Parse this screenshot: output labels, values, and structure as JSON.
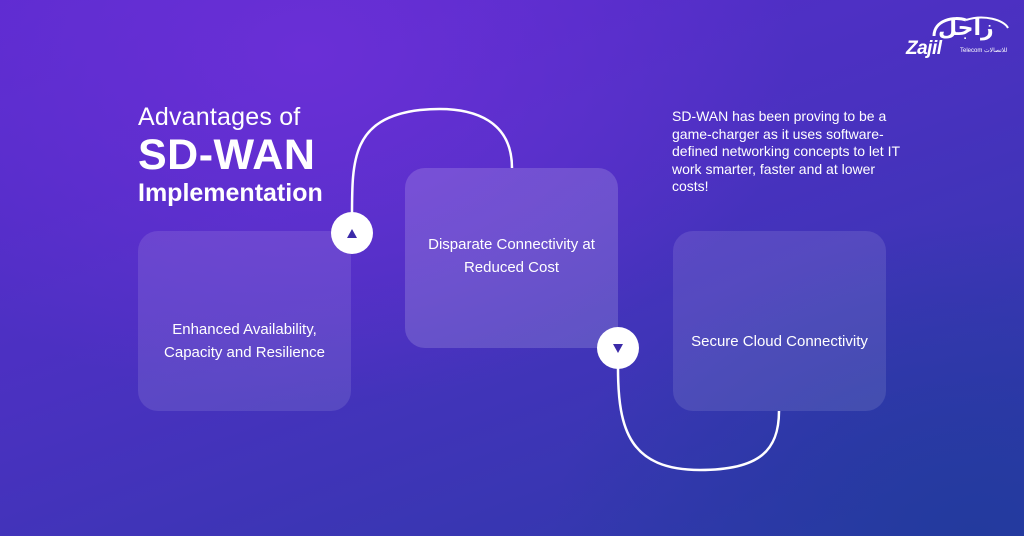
{
  "title": {
    "line1": "Advantages of",
    "line2": "SD-WAN",
    "line3": "Implementation"
  },
  "intro": "SD-WAN has been proving to be a game-charger as it uses software-defined networking concepts to let IT work smarter, faster and at lower costs!",
  "cards": [
    {
      "label": "Enhanced Availability, Capacity and Resilience"
    },
    {
      "label": "Disparate Connectivity at Reduced Cost"
    },
    {
      "label": "Secure Cloud Connectivity"
    }
  ],
  "logo": {
    "latin": "Zajil",
    "arabic": "زاجل",
    "sub": "Telecom للاتصالات"
  },
  "colors": {
    "background_top": "#5b2bd0",
    "background_bottom": "#2c3aa8",
    "card_fill": "rgba(255,255,255,0.11)",
    "accent_triangle": "#3b2aa8",
    "line": "#ffffff"
  }
}
